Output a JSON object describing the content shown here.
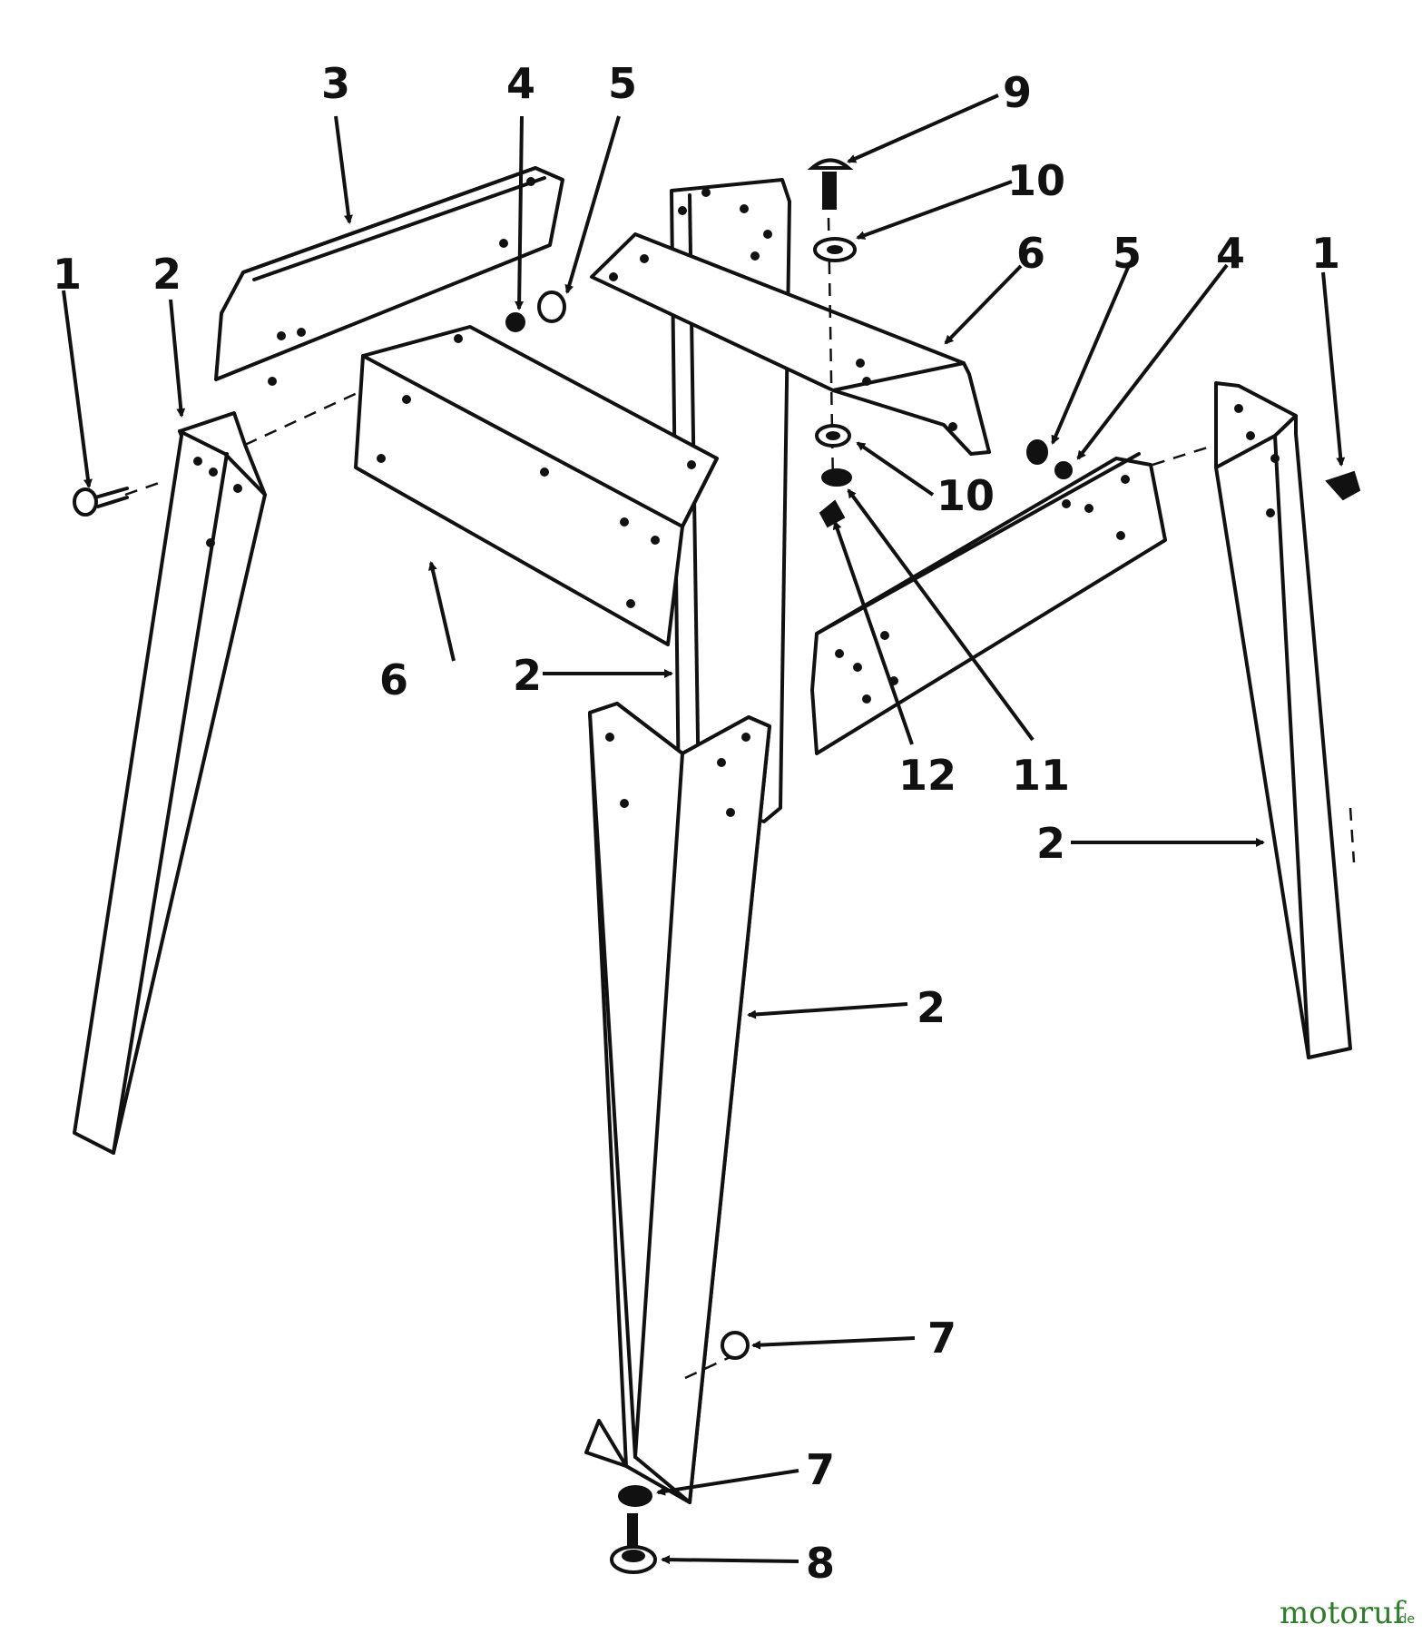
{
  "callouts": [
    {
      "id": "c3",
      "text": "3"
    },
    {
      "id": "c4a",
      "text": "4"
    },
    {
      "id": "c5a",
      "text": "5"
    },
    {
      "id": "c9",
      "text": "9"
    },
    {
      "id": "c10a",
      "text": "10"
    },
    {
      "id": "c6a",
      "text": "6"
    },
    {
      "id": "c5b",
      "text": "5"
    },
    {
      "id": "c4b",
      "text": "4"
    },
    {
      "id": "c1b",
      "text": "1"
    },
    {
      "id": "c1a",
      "text": "1"
    },
    {
      "id": "c2a",
      "text": "2"
    },
    {
      "id": "c10b",
      "text": "10"
    },
    {
      "id": "c6b",
      "text": "6"
    },
    {
      "id": "c2b",
      "text": "2"
    },
    {
      "id": "c12",
      "text": "12"
    },
    {
      "id": "c11",
      "text": "11"
    },
    {
      "id": "c2c",
      "text": "2"
    },
    {
      "id": "c2d",
      "text": "2"
    },
    {
      "id": "c7a",
      "text": "7"
    },
    {
      "id": "c7b",
      "text": "7"
    },
    {
      "id": "c8",
      "text": "8"
    }
  ],
  "watermark": {
    "name": "motoruf",
    "tld": ".de"
  },
  "colors": {
    "line": "#111111",
    "watermark": "#2f7d2a"
  }
}
